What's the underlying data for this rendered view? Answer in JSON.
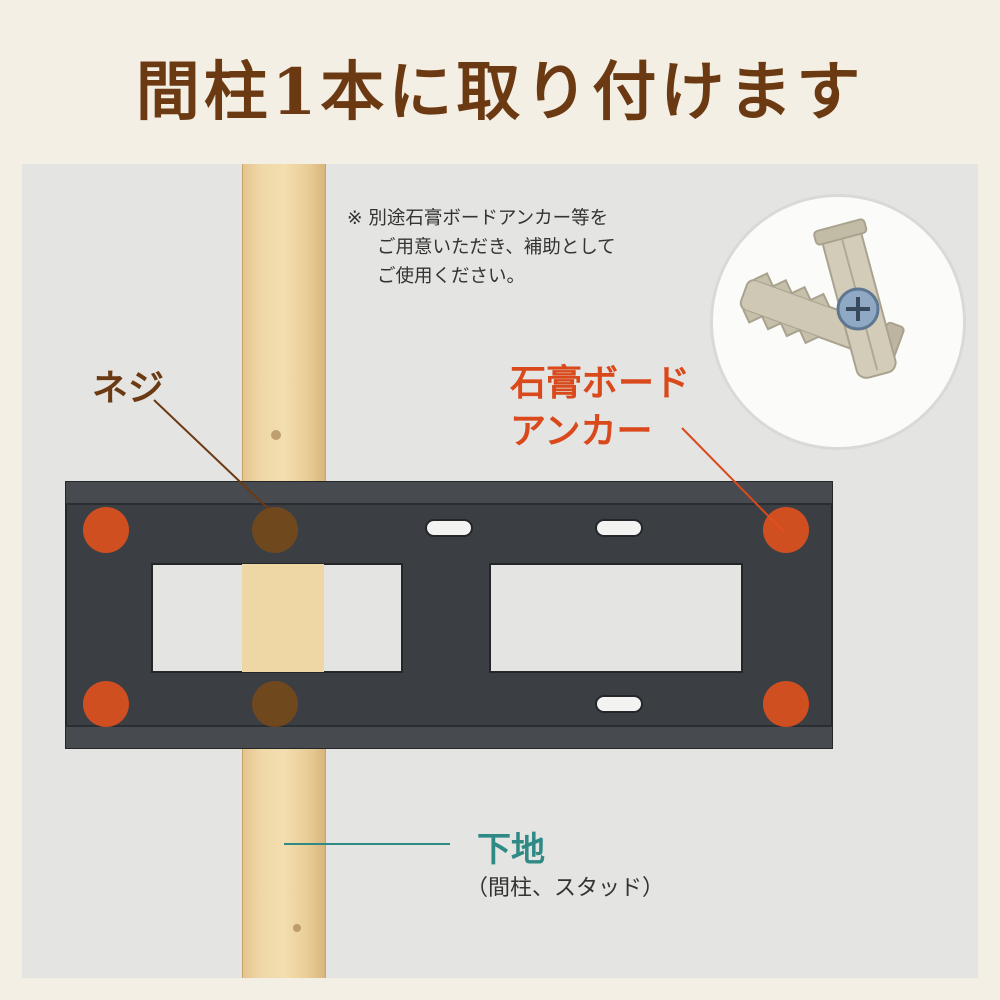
{
  "title": "間柱1本に取り付けます",
  "note": {
    "line1": "※ 別途石膏ボードアンカー等を",
    "line2": "ご用意いただき、補助として",
    "line3": "ご使用ください。"
  },
  "labels": {
    "screw": "ネジ",
    "anchor_line1": "石膏ボード",
    "anchor_line2": "アンカー",
    "stud": "下地",
    "stud_sub": "（間柱、スタッド）"
  },
  "colors": {
    "title": "#6b3a12",
    "anchor": "#d9491c",
    "screw": "#7a4a18",
    "stud_label": "#2f8a86",
    "bracket": "#3b3f44"
  }
}
